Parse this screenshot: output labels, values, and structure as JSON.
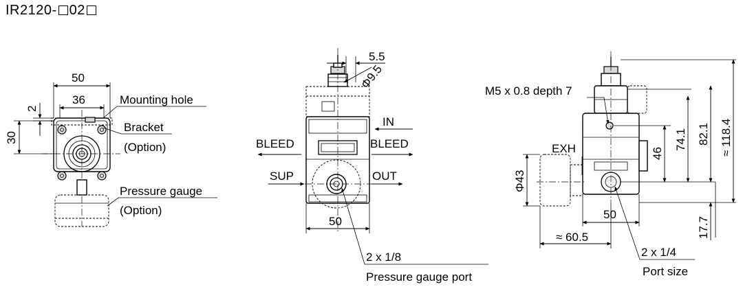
{
  "title": {
    "prefix": "IR2120-",
    "middle": "02"
  },
  "left_view": {
    "dims": {
      "width_outer": "50",
      "width_inner": "36",
      "offset": "2",
      "height": "30"
    },
    "labels": {
      "mounting_hole": "Mounting hole",
      "bracket": "Bracket",
      "bracket_option": "(Option)",
      "pressure_gauge": "Pressure gauge",
      "pressure_gauge_option": "(Option)"
    }
  },
  "front_view": {
    "dims": {
      "knob_offset": "5.5",
      "knob_dia": "Φ9.5",
      "width": "50"
    },
    "ports": {
      "in": "IN",
      "bleed_left": "BLEED",
      "bleed_right": "BLEED",
      "sup": "SUP",
      "out": "OUT"
    },
    "callout": {
      "count": "2 x 1/8",
      "label": "Pressure gauge port"
    }
  },
  "right_view": {
    "dims": {
      "thread": "M5 x 0.8 depth 7",
      "exh": "EXH",
      "gauge_dia": "Φ43",
      "h46": "46",
      "h74": "74.1",
      "h82": "82.1",
      "h118": "≈ 118.4",
      "h17": "17.7",
      "width": "50",
      "gauge_width": "≈ 60.5"
    },
    "callout": {
      "count": "2 x 1/4",
      "label": "Port size"
    }
  }
}
